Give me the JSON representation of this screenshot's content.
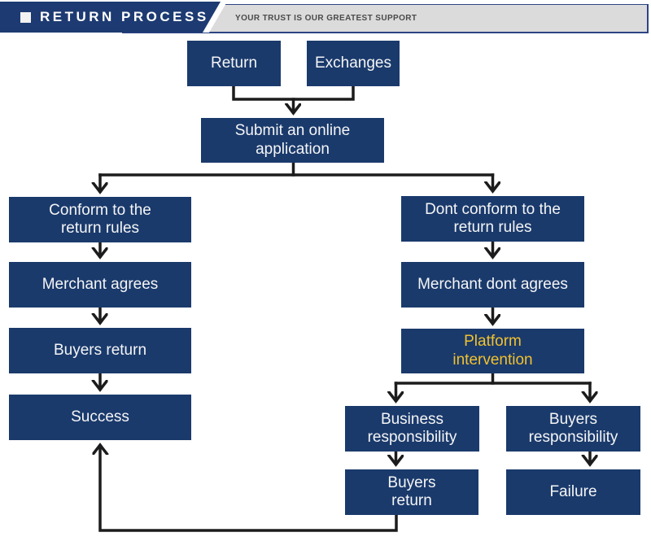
{
  "header": {
    "title": "RETURN PROCESS",
    "tagline": "YOUR TRUST IS OUR GREATEST SUPPORT"
  },
  "colors": {
    "banner_navy": "#1d3b72",
    "node_navy": "#1a3a6c",
    "header_gray": "#dbdbdb",
    "header_border_blue": "#2c4484",
    "highlight_yellow": "#f2c12d",
    "connector_black": "#1c1c1c",
    "text_white": "#f5f5f5"
  },
  "nodes": {
    "return": {
      "label": "Return"
    },
    "exchanges": {
      "label": "Exchanges"
    },
    "submit": {
      "label": "Submit an online\napplication"
    },
    "conform": {
      "label": "Conform to the\nreturn rules"
    },
    "merchant_agrees": {
      "label": "Merchant agrees"
    },
    "buyers_return": {
      "label": "Buyers return"
    },
    "success": {
      "label": "Success"
    },
    "dont_conform": {
      "label": "Dont conform to the\nreturn rules"
    },
    "merchant_dont_agrees": {
      "label": "Merchant dont agrees"
    },
    "platform_intervention": {
      "label": "Platform\nintervention"
    },
    "business_responsibility": {
      "label": "Business\nresponsibility"
    },
    "buyers_responsibility": {
      "label": "Buyers\nresponsibility"
    },
    "buyers_return_2": {
      "label": "Buyers\nreturn"
    },
    "failure": {
      "label": "Failure"
    }
  }
}
